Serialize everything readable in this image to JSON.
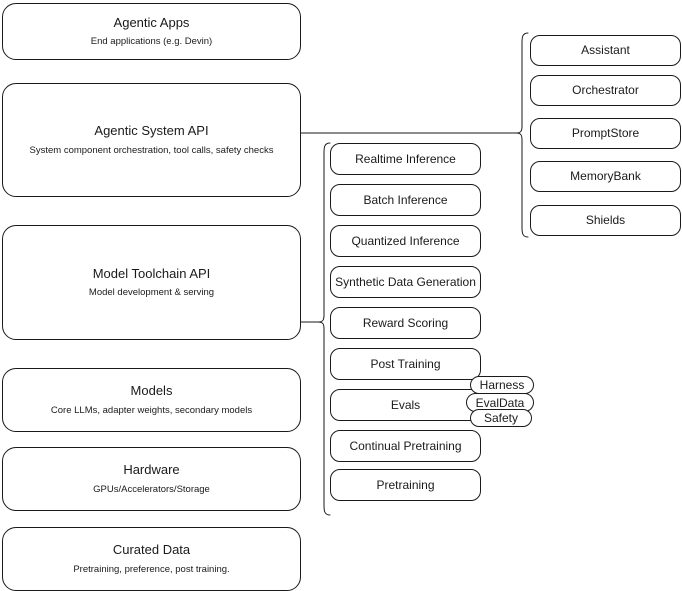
{
  "diagram": {
    "title": "AI stack layers",
    "background_color": "#ffffff",
    "line_color": "#1a1a1a",
    "layers": [
      {
        "id": "agentic-apps",
        "title": "Agentic Apps",
        "subtitle": "End applications (e.g. Devin)"
      },
      {
        "id": "agentic-system-api",
        "title": "Agentic System API",
        "subtitle": "System component orchestration, tool calls, safety checks"
      },
      {
        "id": "model-toolchain-api",
        "title": "Model Toolchain API",
        "subtitle": "Model development & serving"
      },
      {
        "id": "models",
        "title": "Models",
        "subtitle": "Core LLMs, adapter weights, secondary models"
      },
      {
        "id": "hardware",
        "title": "Hardware",
        "subtitle": "GPUs/Accelerators/Storage"
      },
      {
        "id": "curated-data",
        "title": "Curated Data",
        "subtitle": "Pretraining, preference, post training."
      }
    ],
    "toolchain_items": [
      {
        "id": "realtime-inference",
        "label": "Realtime Inference"
      },
      {
        "id": "batch-inference",
        "label": "Batch Inference"
      },
      {
        "id": "quantized-inference",
        "label": "Quantized Inference"
      },
      {
        "id": "synthetic-data-generation",
        "label": "Synthetic Data Generation"
      },
      {
        "id": "reward-scoring",
        "label": "Reward Scoring"
      },
      {
        "id": "post-training",
        "label": "Post Training"
      },
      {
        "id": "evals",
        "label": "Evals"
      },
      {
        "id": "continual-pretraining",
        "label": "Continual Pretraining"
      },
      {
        "id": "pretraining",
        "label": "Pretraining"
      }
    ],
    "eval_tags": [
      {
        "id": "harness",
        "label": "Harness"
      },
      {
        "id": "evaldata",
        "label": "EvalData"
      },
      {
        "id": "safety",
        "label": "Safety"
      }
    ],
    "system_items": [
      {
        "id": "assistant",
        "label": "Assistant"
      },
      {
        "id": "orchestrator",
        "label": "Orchestrator"
      },
      {
        "id": "promptstore",
        "label": "PromptStore"
      },
      {
        "id": "memorybank",
        "label": "MemoryBank"
      },
      {
        "id": "shields",
        "label": "Shields"
      }
    ]
  }
}
